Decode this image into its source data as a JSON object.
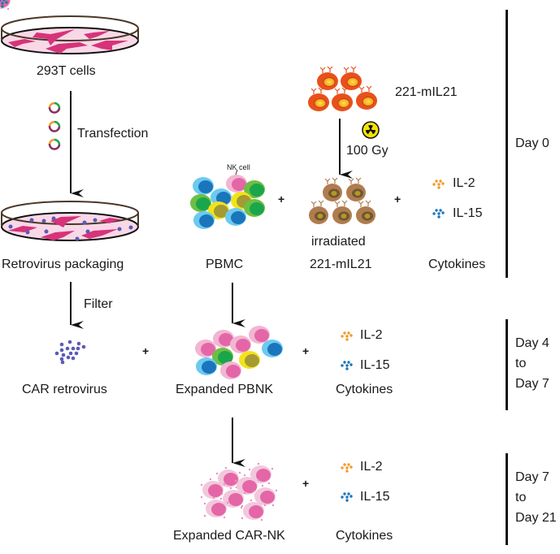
{
  "colors": {
    "dish_rim": "#4a3728",
    "dish_fill": "#f8d8e6",
    "hek_cell": "#d6337a",
    "virus": "#5a5ab8",
    "feeder_cell": "#e8511c",
    "feeder_nucleus": "#f6b32a",
    "irradiated_cell": "#b07c4e",
    "nk_pink": "#e466a7",
    "il2": "#f39a2b",
    "il15": "#1b75bc",
    "radiation_bg": "#f5e400"
  },
  "steps": {
    "hek293t": {
      "label": "293T cells"
    },
    "transfection": {
      "label": "Transfection"
    },
    "packaging": {
      "label": "Retrovirus packaging"
    },
    "filter": {
      "label": "Filter"
    },
    "car_retrovirus": {
      "label": "CAR retrovirus"
    },
    "feeder": {
      "label": "221-mIL21"
    },
    "irradiation": {
      "dose": "100 Gy"
    },
    "pbmc": {
      "label": "PBMC",
      "nk_callout": "NK cell"
    },
    "irradiated": {
      "line1": "irradiated",
      "line2": "221-mIL21"
    },
    "expanded_pbnk": {
      "label": "Expanded PBNK"
    },
    "expanded_carnk": {
      "label": "Expanded  CAR-NK"
    }
  },
  "cytokines": {
    "label": "Cytokines",
    "il2": "IL-2",
    "il15": "IL-15"
  },
  "operators": {
    "plus": "+"
  },
  "timeline": [
    {
      "line1": "Day 0"
    },
    {
      "line1": "Day 4",
      "line2": "to",
      "line3": "Day 7"
    },
    {
      "line1": "Day 7",
      "line2": "to",
      "line3": "Day 21"
    }
  ]
}
